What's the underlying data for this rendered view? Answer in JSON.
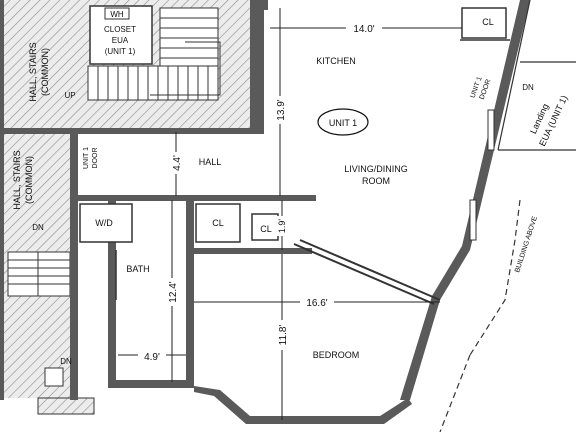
{
  "labels": {
    "wh": "WH",
    "closet": [
      "CLOSET",
      "EUA",
      "(UNIT 1)"
    ],
    "up": "UP",
    "hall_stairs_top": [
      "HALL, STAIRS",
      "(COMMON)"
    ],
    "hall_stairs_bottom": [
      "HALL, STAIRS",
      "(COMMON)"
    ],
    "dn_left": "DN",
    "dn_bottom": "DN",
    "kitchen": "KITCHEN",
    "unit": "UNIT 1",
    "living": [
      "LIVING/DINING",
      "ROOM"
    ],
    "hall": "HALL",
    "wd": "W/D",
    "cl_top": "CL",
    "cl_hall": "CL",
    "cl_small": "CL",
    "bath": "BATH",
    "bedroom": "BEDROOM",
    "unit1_door_left": [
      "UNIT 1",
      "DOOR"
    ],
    "unit1_door_right": [
      "UNIT 1",
      "DOOR"
    ],
    "dn_right": "DN",
    "landing": [
      "Landing",
      "EUA (UNIT 1)"
    ],
    "building_above": "BUILDING ABOVE"
  },
  "dimensions": {
    "kitchen_width": "14.0'",
    "kitchen_height": "13.9'",
    "hall_depth": "4.4'",
    "cl_height": "1.9'",
    "bath_height": "12.4'",
    "bath_width": "4.9'",
    "bedroom_width": "16.6'",
    "bedroom_height": "11.8'"
  },
  "colors": {
    "wall": "#5a5a5a",
    "hatch": "#9a9a9a",
    "line": "#222222"
  }
}
